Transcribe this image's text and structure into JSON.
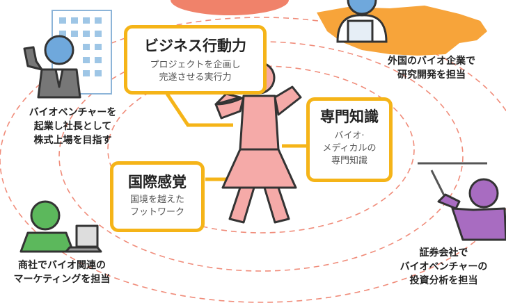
{
  "center_skills": [
    {
      "title": "ビジネス行動力",
      "desc": "プロジェクトを企画し\n完遂させる実行力"
    },
    {
      "title": "専門知識",
      "desc": "バイオ·\nメディカルの\n専門知識"
    },
    {
      "title": "国際感覚",
      "desc": "国境を越えた\nフットワーク"
    }
  ],
  "careers": [
    {
      "text": "外国のバイオ企業で\n研究開発を担当"
    },
    {
      "text": "バイオベンチャーを\n起業し社長として\n株式上場を目指す"
    },
    {
      "text": "商社でバイオ関連の\nマーケティングを担当"
    },
    {
      "text": "証券会社で\nバイオベンチャーの\n投資分析を担当"
    }
  ],
  "colors": {
    "accent": "#f5b418",
    "dashed_ellipse": "#f08c7a",
    "top_orange": "#f0826a",
    "person_pink": "#f5aaa8",
    "usa_map": "#f7a43a",
    "person_blue": "#6fa8dc",
    "person_green": "#5cb85c",
    "person_purple": "#a86cc1"
  }
}
